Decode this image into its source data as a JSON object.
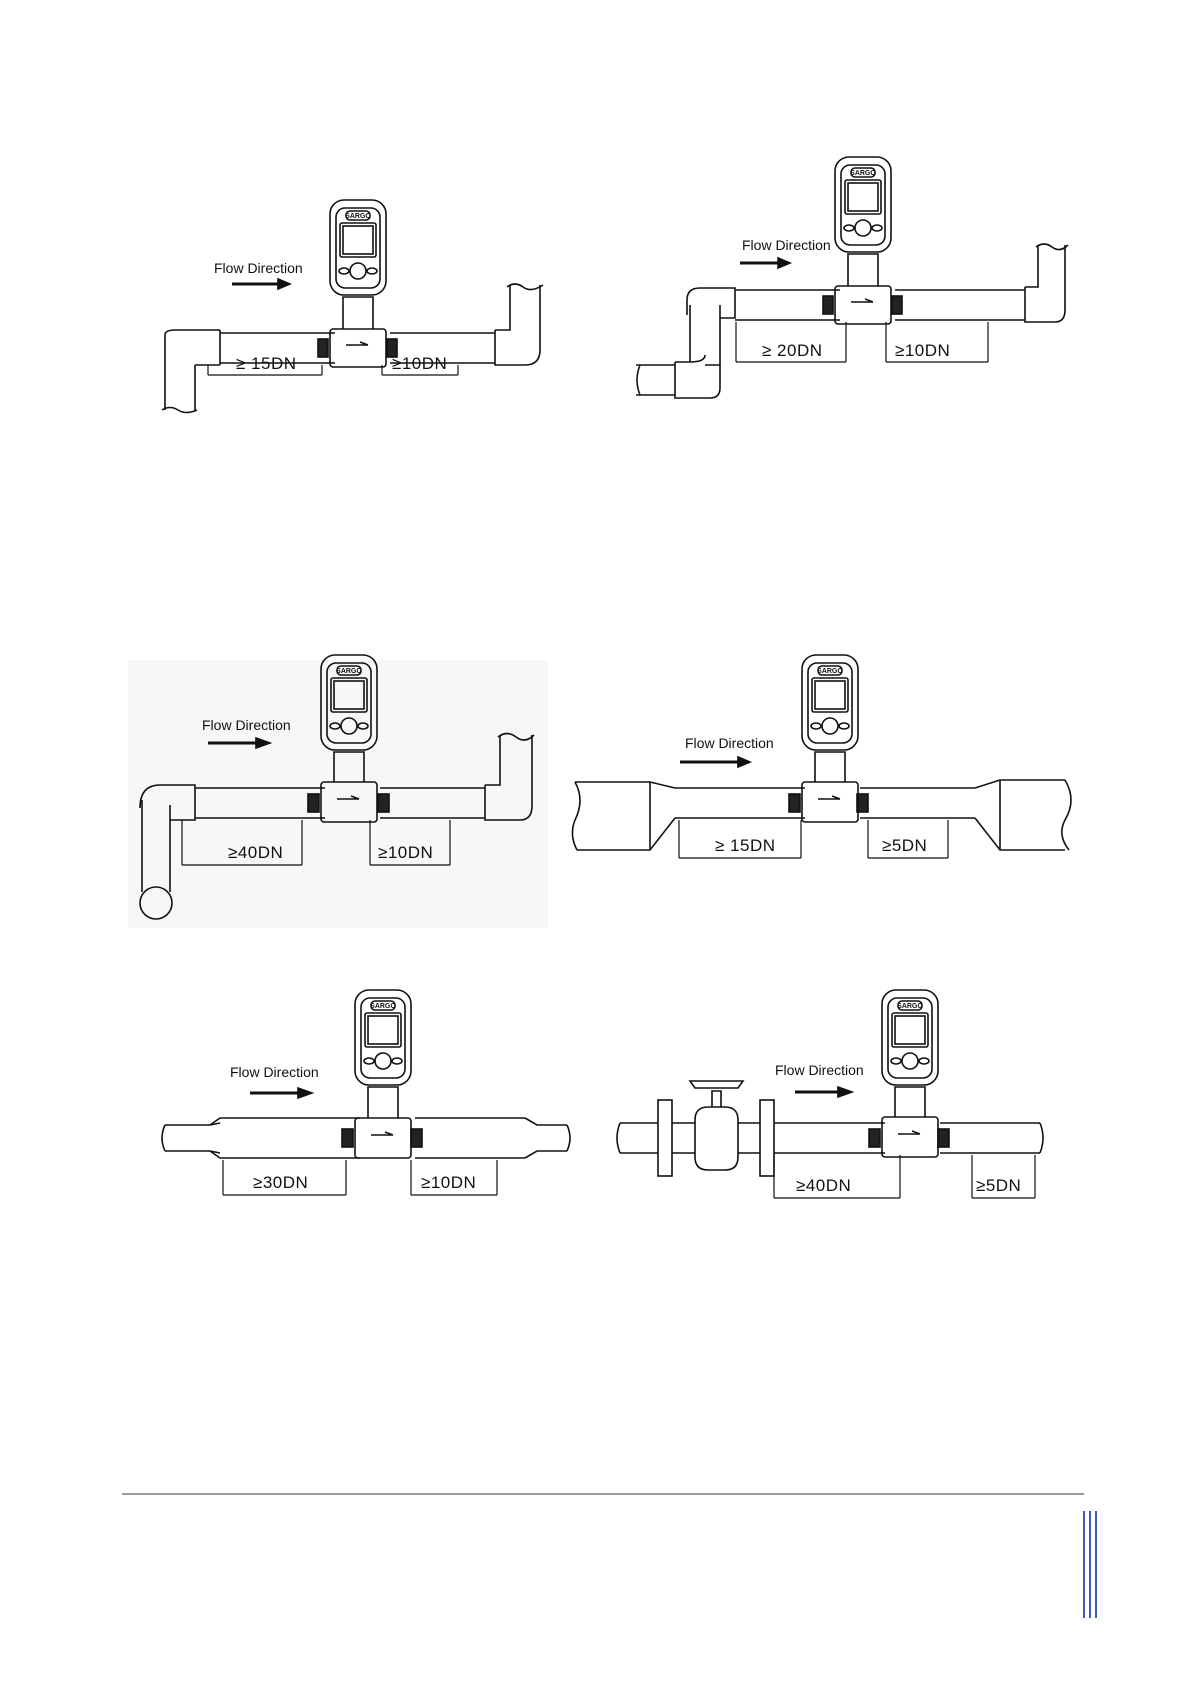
{
  "figures": [
    {
      "flow_label": "Flow Direction",
      "brand": "SARGO",
      "upstream": "≥ 15DN",
      "downstream": "≥10DN"
    },
    {
      "flow_label": "Flow Direction",
      "brand": "SARGO",
      "upstream": "≥ 20DN",
      "downstream": "≥10DN"
    },
    {
      "flow_label": "Flow Direction",
      "brand": "SARGO",
      "upstream": "≥40DN",
      "downstream": "≥10DN"
    },
    {
      "flow_label": "Flow Direction",
      "brand": "SARGO",
      "upstream": "≥ 15DN",
      "downstream": "≥5DN"
    },
    {
      "flow_label": "Flow Direction",
      "brand": "SARGO",
      "upstream": "≥30DN",
      "downstream": "≥10DN"
    },
    {
      "flow_label": "Flow Direction",
      "brand": "SARGO",
      "upstream": "≥40DN",
      "downstream": "≥5DN"
    }
  ],
  "colors": {
    "line": "#111111",
    "footer_rule": "#9a9a9a",
    "side_bars": "#3b5fb7"
  }
}
